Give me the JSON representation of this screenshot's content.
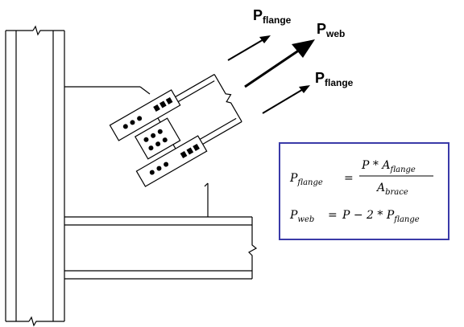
{
  "labels": {
    "p_main": "P",
    "sub_flange": "flange",
    "sub_web": "web"
  },
  "equations": {
    "eq1_lhs_main": "P",
    "eq1_lhs_sub": "flange",
    "equals": "=",
    "numerator_main": "P * A",
    "numerator_sub": "flange",
    "denominator_main": "A",
    "denominator_sub": "brace",
    "eq2_lhs_main": "P",
    "eq2_lhs_sub": "web",
    "eq2_rhs_main": "P − 2 * P",
    "eq2_rhs_sub": "flange"
  },
  "colors": {
    "box_border": "#3a3aa8",
    "line": "#000000"
  }
}
